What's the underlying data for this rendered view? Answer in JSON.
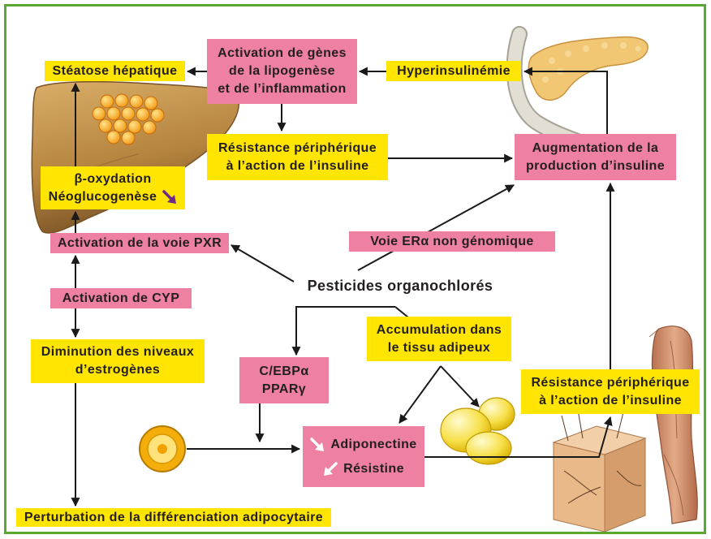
{
  "colors": {
    "frame_green": "#5aa832",
    "box_yellow": "#ffe500",
    "box_pink": "#ee80a2",
    "arrow_black": "#1a1a1a",
    "decrease_arrow_purple": "#6e2a8a",
    "trend_arrow_white": "#ffffff"
  },
  "nodes": {
    "steatose_hepatique": "Stéatose hépatique",
    "activation_genes": [
      "Activation de gènes",
      "de la lipogenèse",
      "et de l’inflammation"
    ],
    "hyperinsulinemie": "Hyperinsulinémie",
    "resistance_centrale": [
      "Résistance périphérique",
      "à l’action de l’insuline"
    ],
    "augmentation_insuline": [
      "Augmentation de la",
      "production d’insuline"
    ],
    "beta_oxydation": [
      "β-oxydation",
      "Néoglucogenèse"
    ],
    "voie_pxr": "Activation de la voie PXR",
    "voie_er_alpha": "Voie ERα non génomique",
    "pesticides": "Pesticides organochlorés",
    "activation_cyp": "Activation de CYP",
    "accumulation": [
      "Accumulation dans",
      "le tissu adipeux"
    ],
    "diminution_estrogenes": [
      "Diminution des niveaux",
      "d’estrogènes"
    ],
    "cebp_ppar": [
      "C/EBPα",
      "PPARγ"
    ],
    "resistance_droite": [
      "Résistance périphérique",
      "à l’action de l’insuline"
    ],
    "adipokines": [
      "Adiponectine",
      "Résistine"
    ],
    "perturbation": "Perturbation de la différenciation adipocytaire"
  },
  "icons": {
    "neoglucogenese_trend": "down-right-arrow-icon",
    "adiponectine_trend": "down-right-arrow-icon",
    "resistine_trend": "down-left-arrow-icon",
    "illustrations": [
      "liver-illustration",
      "fat-droplets-illustration",
      "pancreas-illustration",
      "adipocyte-cluster-illustration",
      "skin-section-illustration",
      "arm-muscle-illustration",
      "adipocyte-cell-icon"
    ]
  }
}
